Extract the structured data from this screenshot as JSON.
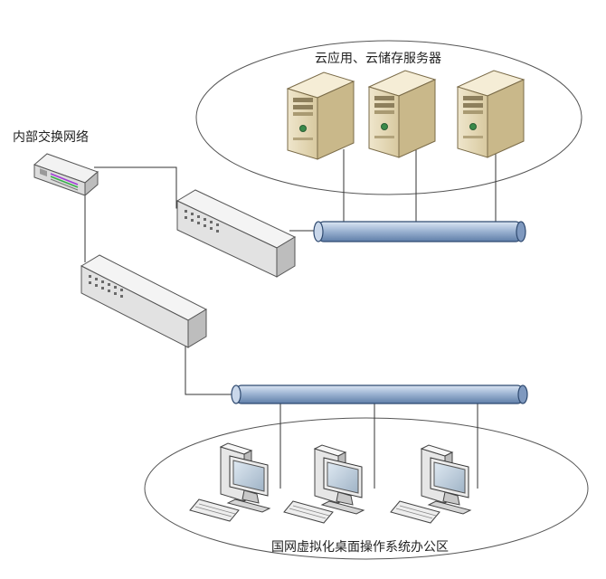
{
  "labels": {
    "server_group": "云应用、云储存服务器",
    "core_switch": "内部交换网络",
    "office_zone": "国网虚拟化桌面操作系统办公区"
  },
  "nodes": {
    "servers": [
      "server-tower",
      "server-tower",
      "server-tower"
    ],
    "switches": [
      "rack-switch",
      "rack-switch"
    ],
    "router": "network-router",
    "workstations": [
      "desktop-pc",
      "desktop-pc",
      "desktop-pc"
    ],
    "buses": [
      "server-bus",
      "office-bus"
    ]
  }
}
